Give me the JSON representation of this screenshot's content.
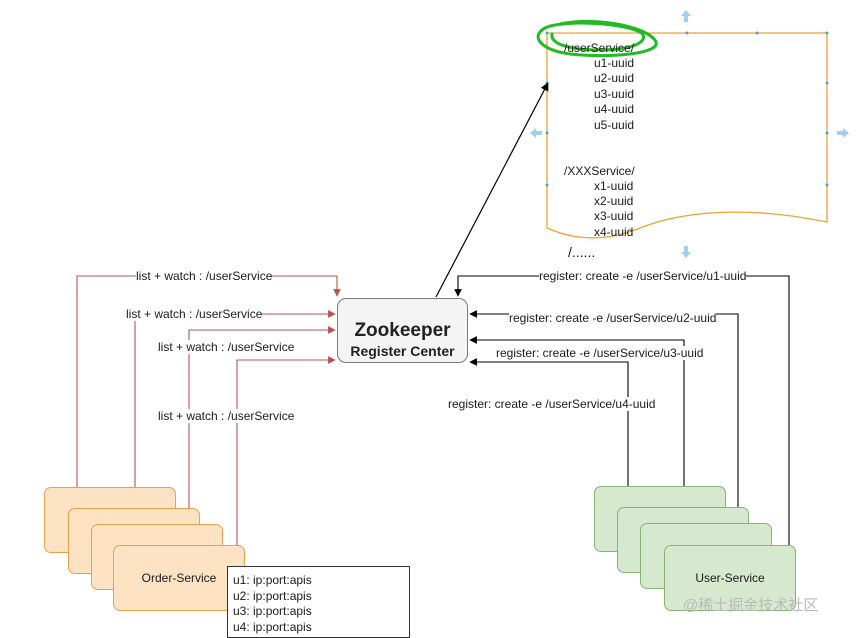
{
  "zookeeper": {
    "title": "Zookeeper",
    "subtitle": "Register Center"
  },
  "znode_tree": {
    "user_service_path": "/userService/",
    "user_children": [
      "u1-uuid",
      "u2-uuid",
      "u3-uuid",
      "u4-uuid",
      "u5-uuid"
    ],
    "xxx_service_path": "/XXXService/",
    "xxx_children": [
      "x1-uuid",
      "x2-uuid",
      "x3-uuid",
      "x4-uuid"
    ],
    "more": "/......"
  },
  "watch_edges": [
    "list  +   watch : /userService",
    "list  +   watch : /userService",
    "list  +   watch : /userService",
    "list  +   watch : /userService"
  ],
  "register_edges": [
    "register: create -e  /userService/u1-uuid",
    "register: create  -e  /userService/u2-uuid",
    "register: create -e  /userService/u3-uuid",
    "register: create -e  /userService/u4-uuid"
  ],
  "order_service": {
    "label": "Order-Service"
  },
  "user_service": {
    "label": "User-Service"
  },
  "service_table": [
    "u1: ip:port:apis",
    "u2: ip:port:apis",
    "u3: ip:port:apis",
    "u4: ip:port:apis"
  ],
  "watermark": "@稀土掘金技术社区",
  "colors": {
    "watch_arrow": "#b85450",
    "register_arrow": "#000000",
    "order_fill": "#fde3c4",
    "order_stroke": "#e8a04a",
    "user_fill": "#d6e9cf",
    "user_stroke": "#86b378",
    "document_stroke": "#f0a030",
    "highlight": "#22bb22"
  }
}
